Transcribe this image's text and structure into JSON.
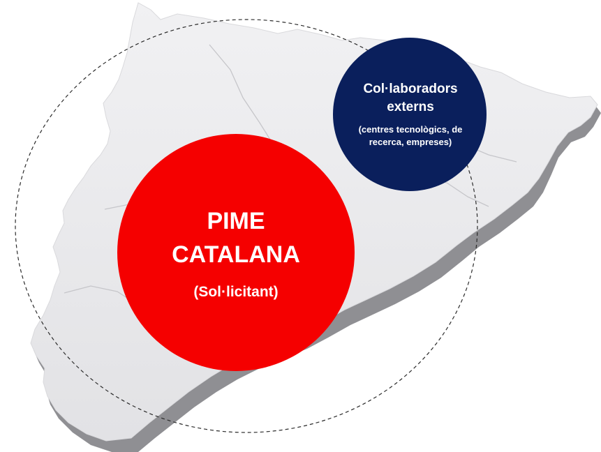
{
  "diagram": {
    "colors": {
      "map_fill": "#e8e8ea",
      "map_shadow": "#8f8f93",
      "border_lines": "#c6c6ca",
      "pime_circle": "#f50000",
      "collab_circle": "#0a1f5c",
      "text": "#ffffff",
      "dashed_ring": "#2b2b2b"
    },
    "pime": {
      "title": "PIME CATALANA",
      "subtitle": "(Sol·licitant)"
    },
    "collaborators": {
      "title": "Col·laboradors externs",
      "subtitle": "(centres tecnològics, de recerca, empreses)"
    }
  }
}
